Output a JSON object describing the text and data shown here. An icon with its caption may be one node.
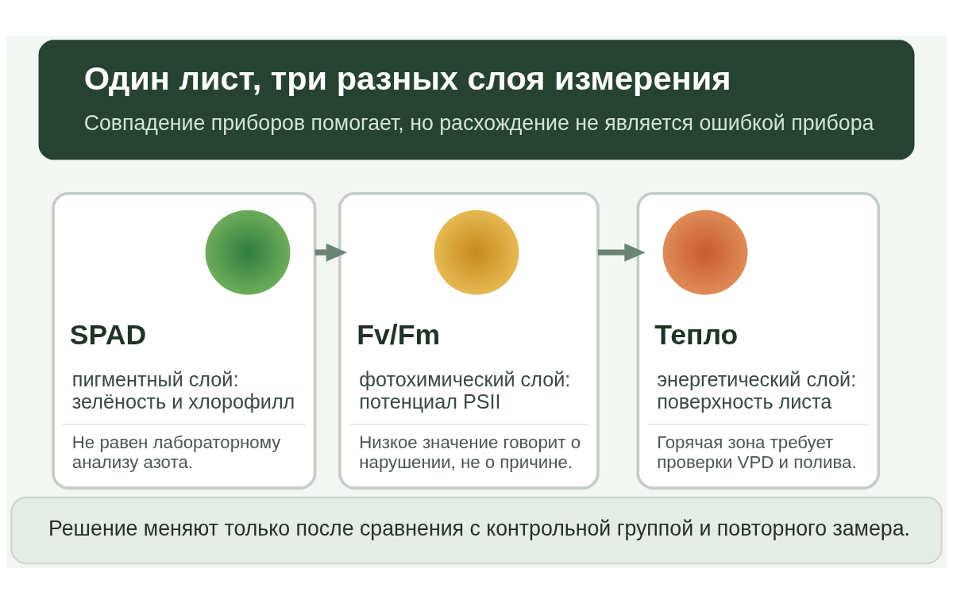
{
  "diagram": {
    "nodes": [
      {
        "text": [
          "Один лист, три разных слоя измерения",
          "Совпадение приборов помогает, но расхождение не является ошибкой прибора"
        ]
      },
      {
        "text": [
          "SPAD",
          "пигментный слой: зелёность и хлорофилл",
          "Не равен лабораторному анализу азота."
        ]
      },
      {
        "text": [],
        "shape": "circle",
        "in": 1
      },
      {
        "text": [
          "Fv/Fm",
          "фотохимический слой: потенциал PSII",
          "Низкое значение говорит о нарушении, не о причине."
        ]
      },
      {
        "text": [],
        "shape": "circle",
        "in": 3
      },
      {
        "text": [
          "Тепло",
          "энергетический слой: поверхность листа",
          "Горячая зона требует проверки VPD и полива."
        ]
      },
      {
        "text": [],
        "shape": "circle",
        "in": 5
      },
      {
        "text": [
          "Решение меняют только после сравнения с контрольной группой и повторного замера."
        ]
      }
    ],
    "edges": [
      {
        "from": 1,
        "to": 3,
        "arrow": "to"
      },
      {
        "from": 3,
        "to": 5,
        "arrow": "to"
      }
    ]
  }
}
